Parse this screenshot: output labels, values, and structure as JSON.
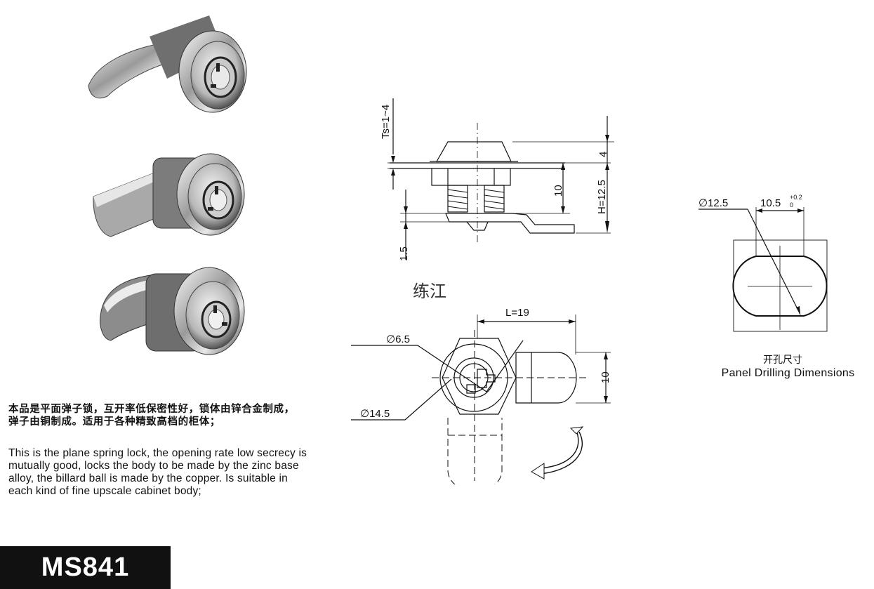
{
  "description": {
    "cn": "本品是平面弹子锁，互开率低保密性好，锁体由锌合金制成，弹子由铜制成。适用于各种精致高档的柜体；",
    "en": "This is the plane spring lock, the opening rate low secrecy is mutually good, locks the body to be made by the zinc base alloy, the billard ball is made by the copper. Is suitable in each kind of fine upscale cabinet body;"
  },
  "model": "MS841",
  "side_view": {
    "ts_label": "Ts=1~4",
    "dim_4": "4",
    "dim_10": "10",
    "dim_h": "H=12.5",
    "dim_1_5": "1.5",
    "handwritten": "练江"
  },
  "front_view": {
    "length": "L=19",
    "dia_65": "∅6.5",
    "dia_145": "∅14.5",
    "dim_10": "10"
  },
  "panel_drilling": {
    "dia": "∅12.5",
    "width": "10.5",
    "tol_upper": "+0.2",
    "tol_lower": "0",
    "title_cn": "开孔尺寸",
    "title_en": "Panel Drilling Dimensions"
  },
  "colors": {
    "metal_light": "#f2f2f2",
    "metal_dark": "#5a5a5a",
    "ink": "#111111",
    "model_bg": "#111111"
  }
}
